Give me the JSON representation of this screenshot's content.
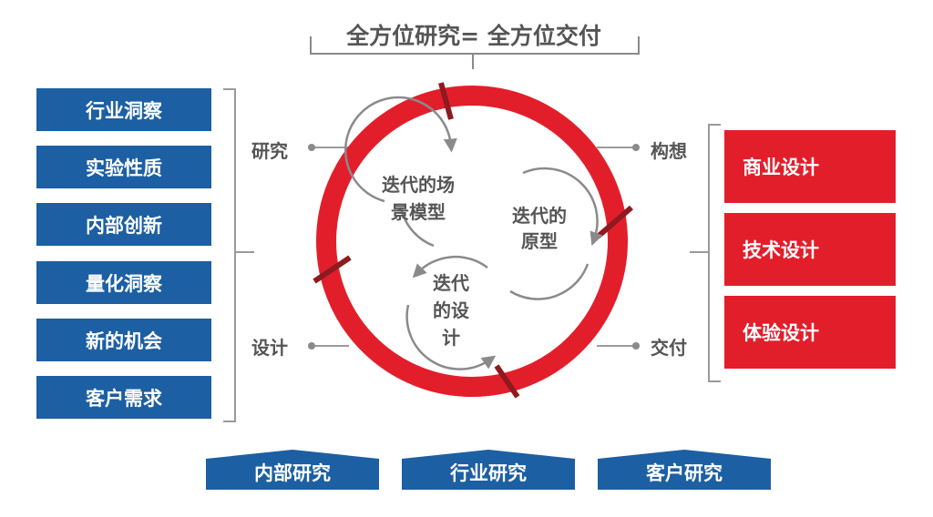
{
  "title": "全方位研究= 全方位交付",
  "left_items": [
    "行业洞察",
    "实验性质",
    "内部创新",
    "量化洞察",
    "新的机会",
    "客户需求"
  ],
  "left_labels": {
    "research": "研究",
    "design": "设计"
  },
  "right_labels": {
    "concept": "构想",
    "deliver": "交付"
  },
  "right_items": [
    "商业设计",
    "技术设计",
    "体验设计"
  ],
  "cycle": {
    "scenario_line1": "迭代的场",
    "scenario_line2": "景模型",
    "prototype_line1": "迭代的",
    "prototype_line2": "原型",
    "design_line1": "迭代",
    "design_line2": "的设",
    "design_line3": "计"
  },
  "bottom_items": [
    "内部研究",
    "行业研究",
    "客户研究"
  ],
  "colors": {
    "blue": "#1c5fa3",
    "red": "#e31e2b",
    "dark_red": "#8e1a1f",
    "gray": "#555555"
  }
}
